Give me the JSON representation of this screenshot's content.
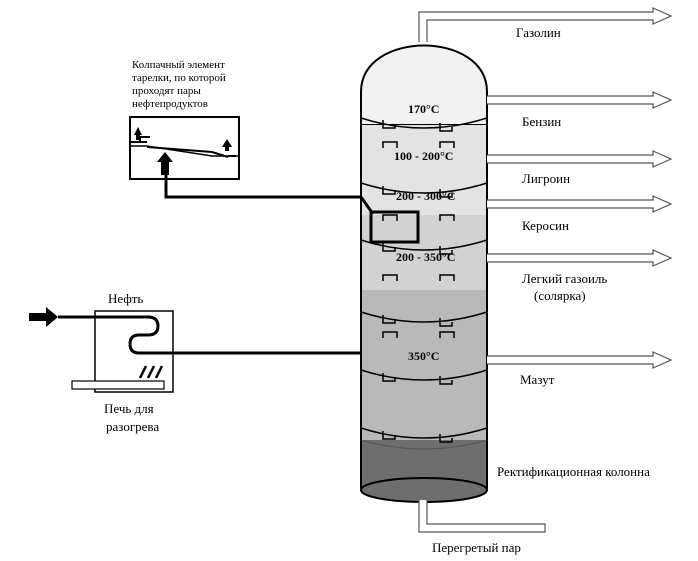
{
  "diagram": {
    "column": {
      "label": "Ректификационная колонна",
      "temperatures": [
        "170°C",
        "100 - 200°C",
        "200 - 300°C",
        "200 - 350°C",
        "350°C"
      ]
    },
    "products": [
      "Газолин",
      "Бензин",
      "Лигроин",
      "Керосин",
      "Легкий газоиль",
      "(солярка)",
      "Мазут"
    ],
    "steam_label": "Перегретый пар",
    "oil_label": "Нефть",
    "furnace_label": [
      "Печь для",
      "разогрева"
    ],
    "inset_caption": [
      "Колпачный элемент",
      "тарелки, по которой",
      "проходят пары",
      "нефтепродуктов"
    ],
    "colors": {
      "top": "#f2f2f2",
      "upper": "#e3e3e3",
      "middle": "#d2d2d2",
      "lower": "#b9b9b9",
      "bottom": "#6e6e6e",
      "line": "#000000",
      "arrow_fill": "#ffffff",
      "arrow_stroke": "#555555"
    }
  }
}
